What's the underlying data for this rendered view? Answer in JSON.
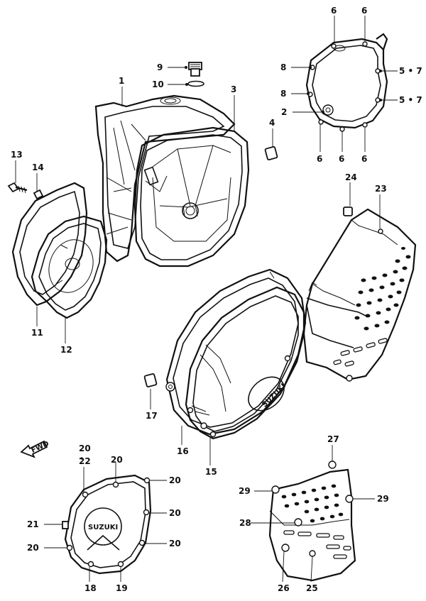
{
  "callouts": [
    {
      "id": "c1",
      "label": "1"
    },
    {
      "id": "c2",
      "label": "2"
    },
    {
      "id": "c3",
      "label": "3"
    },
    {
      "id": "c4",
      "label": "4"
    },
    {
      "id": "c57a",
      "label": "5 • 7"
    },
    {
      "id": "c57b",
      "label": "5 • 7"
    },
    {
      "id": "c6a",
      "label": "6"
    },
    {
      "id": "c6b",
      "label": "6"
    },
    {
      "id": "c6c",
      "label": "6"
    },
    {
      "id": "c6d",
      "label": "6"
    },
    {
      "id": "c6e",
      "label": "6"
    },
    {
      "id": "c8a",
      "label": "8"
    },
    {
      "id": "c8b",
      "label": "8"
    },
    {
      "id": "c9",
      "label": "9"
    },
    {
      "id": "c10",
      "label": "10"
    },
    {
      "id": "c11",
      "label": "11"
    },
    {
      "id": "c12",
      "label": "12"
    },
    {
      "id": "c13",
      "label": "13"
    },
    {
      "id": "c14",
      "label": "14"
    },
    {
      "id": "c15",
      "label": "15"
    },
    {
      "id": "c16",
      "label": "16"
    },
    {
      "id": "c17",
      "label": "17"
    },
    {
      "id": "c18",
      "label": "18"
    },
    {
      "id": "c19",
      "label": "19"
    },
    {
      "id": "c20a",
      "label": "20"
    },
    {
      "id": "c20b",
      "label": "20"
    },
    {
      "id": "c20c",
      "label": "20"
    },
    {
      "id": "c20d",
      "label": "20"
    },
    {
      "id": "c20e",
      "label": "20"
    },
    {
      "id": "c20f",
      "label": "20"
    },
    {
      "id": "c21",
      "label": "21"
    },
    {
      "id": "c22",
      "label": "22"
    },
    {
      "id": "c23",
      "label": "23"
    },
    {
      "id": "c24",
      "label": "24"
    },
    {
      "id": "c25",
      "label": "25"
    },
    {
      "id": "c26",
      "label": "26"
    },
    {
      "id": "c27",
      "label": "27"
    },
    {
      "id": "c28",
      "label": "28"
    },
    {
      "id": "c29a",
      "label": "29"
    },
    {
      "id": "c29b",
      "label": "29"
    }
  ],
  "brand_text": "SUZUKI",
  "front_marker": "FWD"
}
